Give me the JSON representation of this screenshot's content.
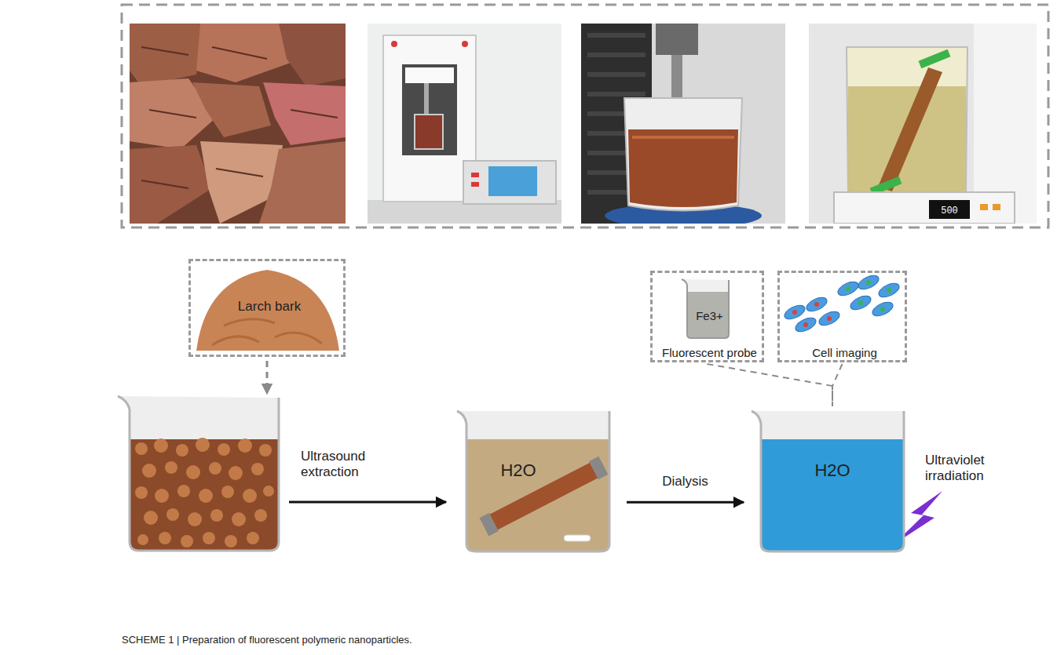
{
  "diagram": {
    "caption": "SCHEME 1 | Preparation of fluorescent polymeric nanoparticles.",
    "nodes": [
      {
        "text": [
          "Larch bark"
        ]
      },
      {
        "text": [
          "Fe3+",
          "Fluorescent probe"
        ]
      },
      {
        "text": [
          "Cell imaging"
        ]
      },
      {
        "text": [
          "H2O"
        ]
      },
      {
        "text": [
          "H2O"
        ]
      }
    ],
    "edges": [
      {
        "from": 1,
        "to": 4,
        "arrow": "none"
      },
      {
        "from": 2,
        "to": 4,
        "arrow": "none"
      },
      {
        "from": 3,
        "to": 4,
        "label": "Dialysis",
        "arrow": "to"
      }
    ],
    "labels": [
      "500",
      "Ultrasound extraction",
      "Ultraviolet irradiation"
    ]
  }
}
